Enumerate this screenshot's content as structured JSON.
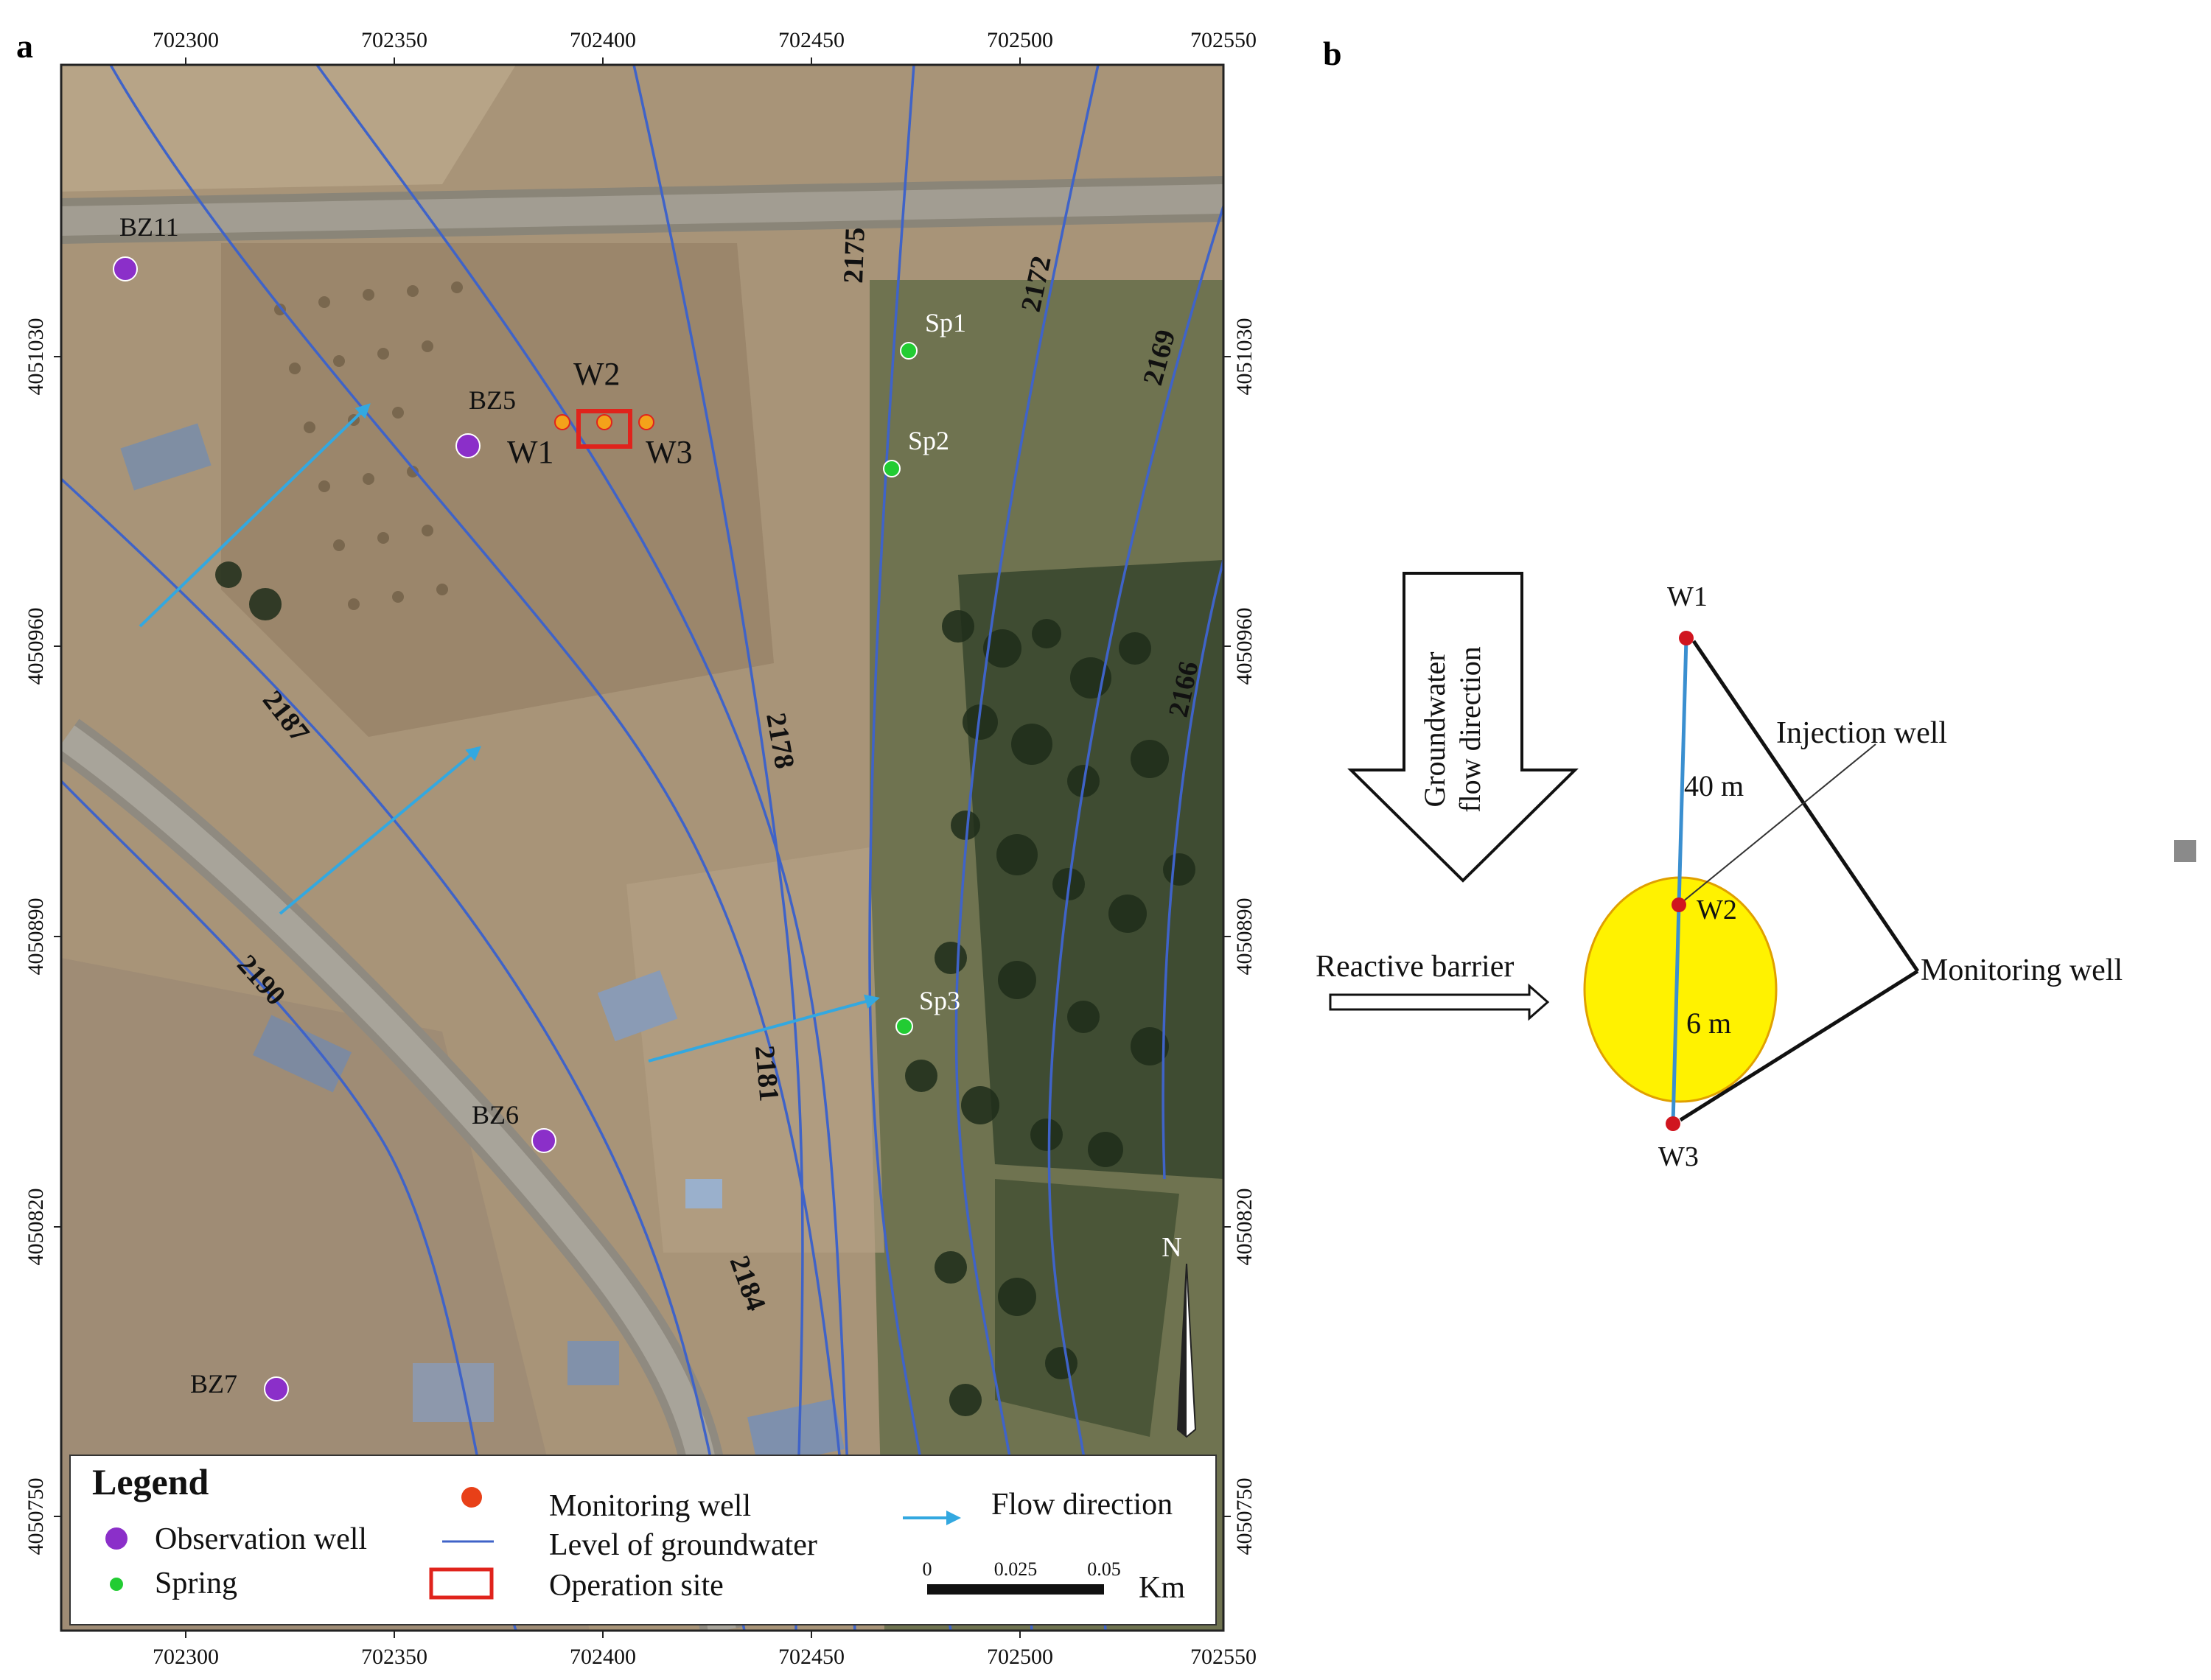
{
  "panel_a": {
    "label": "a",
    "x_ticks": [
      "702300",
      "702350",
      "702400",
      "702450",
      "702500",
      "702550"
    ],
    "y_ticks": [
      "4051030",
      "4050960",
      "4050890",
      "4050820",
      "4050750"
    ],
    "contours": [
      "2190",
      "2187",
      "2184",
      "2181",
      "2178",
      "2175",
      "2172",
      "2169",
      "2166"
    ],
    "observation_wells": [
      "BZ11",
      "BZ5",
      "BZ6",
      "BZ7"
    ],
    "monitoring_wells": [
      "W1",
      "W2",
      "W3"
    ],
    "springs": [
      "Sp1",
      "Sp2",
      "Sp3"
    ],
    "north_label": "N",
    "legend": {
      "title": "Legend",
      "observation_well": "Observation well",
      "spring": "Spring",
      "monitoring_well": "Monitoring well",
      "groundwater_level": "Level of groundwater",
      "operation_site": "Operation site",
      "flow_direction": "Flow direction",
      "scale_ticks": [
        "0",
        "0.025",
        "0.05"
      ],
      "scale_unit": "Km"
    },
    "colors": {
      "contour": "#3f63c8",
      "flow_arrow": "#33a8e0",
      "observation_well": "#8b2fc9",
      "spring": "#22cc33",
      "monitoring_well": "#f4a21a",
      "operation_site": "#e0231c"
    }
  },
  "panel_b": {
    "label": "b",
    "flow_arrow_label_line1": "Groundwater",
    "flow_arrow_label_line2": "flow direction",
    "reactive_barrier": "Reactive barrier",
    "injection_well": "Injection well",
    "monitoring_well": "Monitoring well",
    "wells": [
      "W1",
      "W2",
      "W3"
    ],
    "distance_w1_w2": "40 m",
    "distance_w2_w3": "6 m",
    "colors": {
      "barrier": "#fff200",
      "barrier_edge": "#e0a000",
      "well": "#d0151f",
      "line": "#3a8fd0"
    }
  }
}
